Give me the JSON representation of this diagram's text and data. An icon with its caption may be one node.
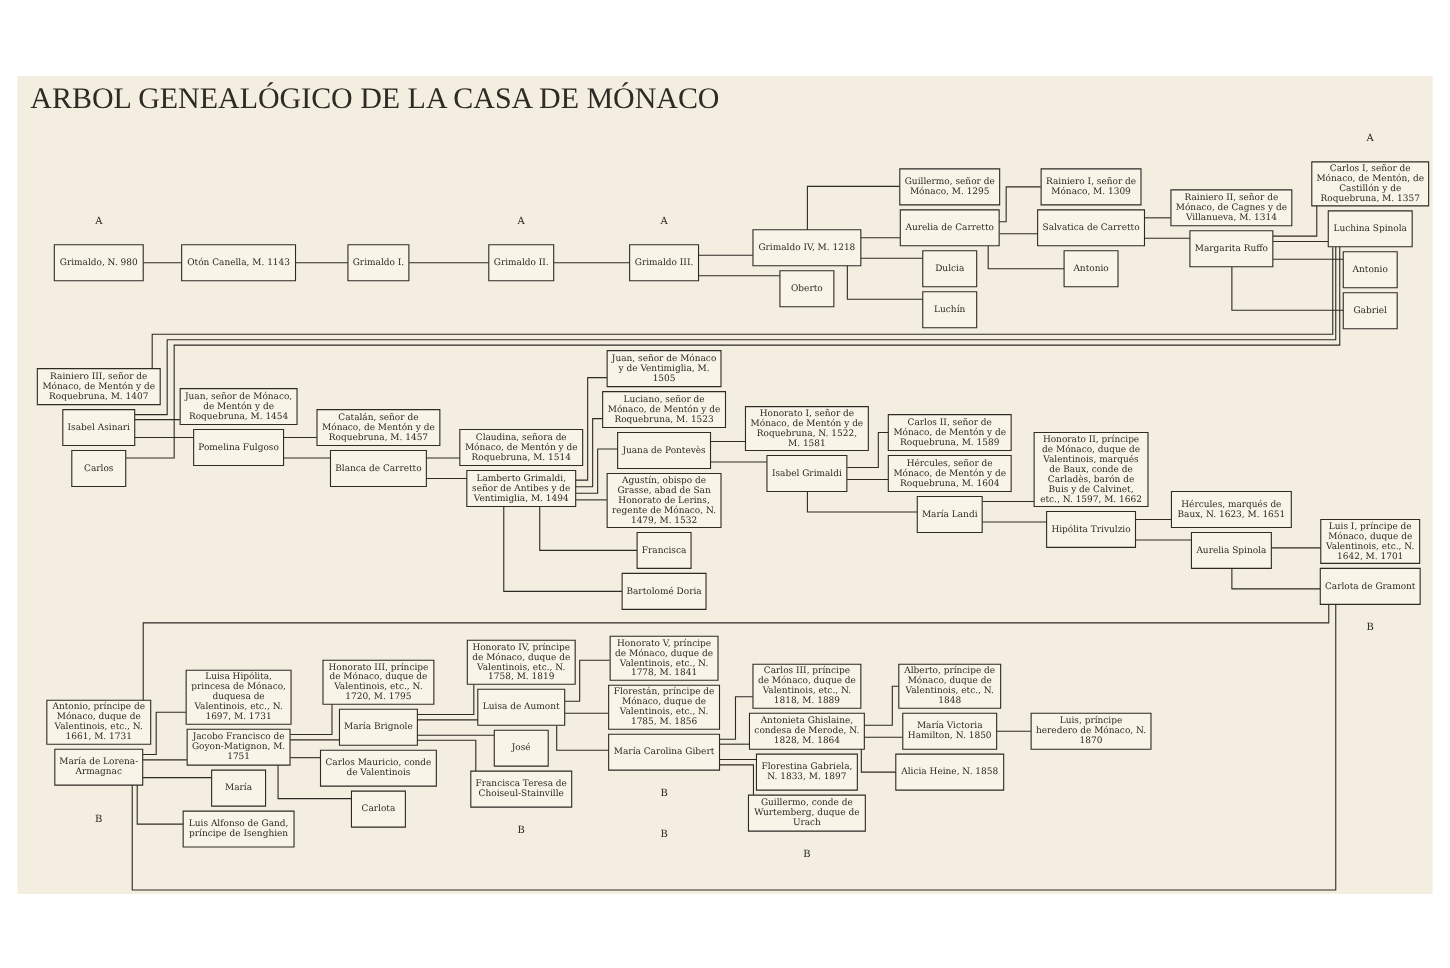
{
  "diagram": {
    "title": "ARBOL GENEALÓGICO DE LA CASA DE MÓNACO",
    "nodes": [
      {
        "text": [
          "Grimaldo, N. 980"
        ]
      },
      {
        "text": [
          "Otón Canella, M. 1143"
        ]
      },
      {
        "text": [
          "Grimaldo I."
        ]
      },
      {
        "text": [
          "Grimaldo II."
        ]
      },
      {
        "text": [
          "Grimaldo III."
        ]
      },
      {
        "text": [
          "Grimaldo IV, M. 1218"
        ]
      },
      {
        "text": [
          "Oberto"
        ]
      },
      {
        "text": [
          "Guillermo, señor de Mónaco, M. 1295"
        ]
      },
      {
        "text": [
          "Aurelia de Carretto"
        ]
      },
      {
        "text": [
          "Dulcia"
        ]
      },
      {
        "text": [
          "Luchín"
        ]
      },
      {
        "text": [
          "Rainiero I, señor de Mónaco, M. 1309"
        ]
      },
      {
        "text": [
          "Salvatica de Carretto"
        ]
      },
      {
        "text": [
          "Antonio"
        ]
      },
      {
        "text": [
          "Rainiero II, señor de Mónaco, de Cagnes y de Villanueva, M. 1314"
        ]
      },
      {
        "text": [
          "Margarita Ruffo"
        ]
      },
      {
        "text": [
          "Carlos I, señor de Mónaco, de Mentón, de Castillón y de Roquebruna, M. 1357"
        ]
      },
      {
        "text": [
          "Luchina Spinola"
        ]
      },
      {
        "text": [
          "Antonio"
        ]
      },
      {
        "text": [
          "Gabriel"
        ]
      },
      {
        "text": [
          "Rainiero III, señor de Mónaco, de Mentón y de Roquebruna, M. 1407"
        ]
      },
      {
        "text": [
          "Isabel Asinari"
        ]
      },
      {
        "text": [
          "Carlos"
        ]
      },
      {
        "text": [
          "Juan, señor de Mónaco, de Mentón y de Roquebruna, M. 1454"
        ]
      },
      {
        "text": [
          "Pomelina Fulgoso"
        ]
      },
      {
        "text": [
          "Catalán, señor de Mónaco, de Mentón y de Roquebruna, M. 1457"
        ]
      },
      {
        "text": [
          "Blanca de Carretto"
        ]
      },
      {
        "text": [
          "Claudina, señora de Mónaco, de Mentón y de Roquebruna, M. 1514"
        ]
      },
      {
        "text": [
          "Lamberto Grimaldi, señor de Antibes y de Ventimiglia, M. 1494"
        ]
      },
      {
        "text": [
          "Juan, señor de Mónaco y de Ventimiglia, M. 1505"
        ]
      },
      {
        "text": [
          "Luciano, señor de Mónaco, de Mentón y de Roquebruna, M. 1523"
        ]
      },
      {
        "text": [
          "Juana de Pontevès"
        ]
      },
      {
        "text": [
          "Agustín, obispo de Grasse, abad de San Honorato de Lerins, regente de Mónaco, N. 1479, M. 1532"
        ]
      },
      {
        "text": [
          "Francisca"
        ]
      },
      {
        "text": [
          "Bartolomé Doria"
        ]
      },
      {
        "text": [
          "Honorato I, señor de Mónaco, de Mentón y de Roquebruna, N. 1522, M. 1581"
        ]
      },
      {
        "text": [
          "Isabel Grimaldi"
        ]
      },
      {
        "text": [
          "Carlos II, señor de Mónaco, de Mentón y de Roquebruna, M. 1589"
        ]
      },
      {
        "text": [
          "Hércules, señor de Mónaco, de Mentón y de Roquebruna, M. 1604"
        ]
      },
      {
        "text": [
          "María Landi"
        ]
      },
      {
        "text": [
          "Honorato II, príncipe de Mónaco, duque de Valentinois, marqués de Baux, conde de Carladès, barón de Buis y de Calvinet, etc., N. 1597, M. 1662"
        ]
      },
      {
        "text": [
          "Hipólita Trivulzio"
        ]
      },
      {
        "text": [
          "Hércules, marqués de Baux, N. 1623, M. 1651"
        ]
      },
      {
        "text": [
          "Aurelia Spinola"
        ]
      },
      {
        "text": [
          "Luis I, príncipe de Mónaco, duque de Valentinois, etc., N. 1642, M. 1701"
        ]
      },
      {
        "text": [
          "Carlota de Gramont"
        ]
      },
      {
        "text": [
          "Antonio, príncipe de Mónaco, duque de Valentinois, etc., N. 1661, M. 1731"
        ]
      },
      {
        "text": [
          "María de Lorena-Armagnac"
        ]
      },
      {
        "text": [
          "Luisa Hipólita, princesa de Mónaco, duquesa de Valentinois, etc., N. 1697, M. 1731"
        ]
      },
      {
        "text": [
          "Jacobo Francisco de Goyon-Matignon, M. 1751"
        ]
      },
      {
        "text": [
          "María"
        ]
      },
      {
        "text": [
          "Luis Alfonso de Gand, príncipe de Isenghien"
        ]
      },
      {
        "text": [
          "Honorato III, príncipe de Mónaco, duque de Valentinois, etc., N. 1720, M. 1795"
        ]
      },
      {
        "text": [
          "María Brignole"
        ]
      },
      {
        "text": [
          "Carlos Mauricio, conde de Valentinois"
        ]
      },
      {
        "text": [
          "Carlota"
        ]
      },
      {
        "text": [
          "Honorato IV, príncipe de Mónaco, duque de Valentinois, etc., N. 1758, M. 1819"
        ]
      },
      {
        "text": [
          "Luisa de Aumont"
        ]
      },
      {
        "text": [
          "José"
        ]
      },
      {
        "text": [
          "Francisca Teresa de Choiseul-Stainville"
        ]
      },
      {
        "text": [
          "Honorato V, príncipe de Mónaco, duque de Valentinois, etc., N. 1778, M. 1841"
        ]
      },
      {
        "text": [
          "Florestán, príncipe de Mónaco, duque de Valentinois, etc., N. 1785, M. 1856"
        ]
      },
      {
        "text": [
          "María Carolina Gibert"
        ]
      },
      {
        "text": [
          "Carlos III, príncipe de Mónaco, duque de Valentinois, etc., N. 1818, M. 1889"
        ]
      },
      {
        "text": [
          "Antonieta Ghislaine, condesa de Merode, N. 1828, M. 1864"
        ]
      },
      {
        "text": [
          "Florestina Gabriela, N. 1833, M. 1897"
        ]
      },
      {
        "text": [
          "Guillermo, conde de Wurtemberg, duque de Urach"
        ]
      },
      {
        "text": [
          "Alberto, príncipe de Mónaco, duque de Valentinois, etc., N. 1848"
        ]
      },
      {
        "text": [
          "María Victoria Hamilton, N. 1850"
        ]
      },
      {
        "text": [
          "Alicia Heine, N. 1858"
        ]
      },
      {
        "text": [
          "Luis, príncipe heredero de Mónaco, N. 1870"
        ]
      }
    ],
    "edges": [
      {
        "from": 0,
        "to": 1,
        "arrow": "none"
      },
      {
        "from": 1,
        "to": 2,
        "arrow": "none"
      },
      {
        "from": 2,
        "to": 3,
        "arrow": "none"
      },
      {
        "from": 3,
        "to": 4,
        "arrow": "none"
      },
      {
        "from": 4,
        "to": 5,
        "arrow": "none"
      },
      {
        "from": 4,
        "to": 6,
        "arrow": "none"
      },
      {
        "from": 5,
        "to": 7,
        "arrow": "none"
      },
      {
        "from": 5,
        "to": 8,
        "arrow": "none"
      },
      {
        "from": 5,
        "to": 9,
        "arrow": "none"
      },
      {
        "from": 5,
        "to": 10,
        "arrow": "none"
      },
      {
        "from": 8,
        "to": 11,
        "arrow": "none"
      },
      {
        "from": 8,
        "to": 12,
        "arrow": "none"
      },
      {
        "from": 8,
        "to": 13,
        "arrow": "none"
      },
      {
        "from": 12,
        "to": 14,
        "arrow": "none"
      },
      {
        "from": 12,
        "to": 15,
        "arrow": "none"
      },
      {
        "from": 15,
        "to": 16,
        "arrow": "none"
      },
      {
        "from": 15,
        "to": 17,
        "arrow": "none"
      },
      {
        "from": 15,
        "to": 18,
        "arrow": "none"
      },
      {
        "from": 15,
        "to": 19,
        "arrow": "none"
      },
      {
        "from": 17,
        "to": 20,
        "arrow": "none"
      },
      {
        "from": 17,
        "to": 21,
        "arrow": "none"
      },
      {
        "from": 17,
        "to": 22,
        "arrow": "none"
      },
      {
        "from": 21,
        "to": 23,
        "arrow": "none"
      },
      {
        "from": 21,
        "to": 24,
        "arrow": "none"
      },
      {
        "from": 24,
        "to": 25,
        "arrow": "none"
      },
      {
        "from": 24,
        "to": 26,
        "arrow": "none"
      },
      {
        "from": 26,
        "to": 27,
        "arrow": "none"
      },
      {
        "from": 26,
        "to": 28,
        "arrow": "none"
      },
      {
        "from": 28,
        "to": 29,
        "arrow": "none"
      },
      {
        "from": 28,
        "to": 30,
        "arrow": "none"
      },
      {
        "from": 28,
        "to": 31,
        "arrow": "none"
      },
      {
        "from": 28,
        "to": 32,
        "arrow": "none"
      },
      {
        "from": 28,
        "to": 33,
        "arrow": "none"
      },
      {
        "from": 28,
        "to": 34,
        "arrow": "none"
      },
      {
        "from": 31,
        "to": 35,
        "arrow": "none"
      },
      {
        "from": 31,
        "to": 36,
        "arrow": "none"
      },
      {
        "from": 36,
        "to": 37,
        "arrow": "none"
      },
      {
        "from": 36,
        "to": 38,
        "arrow": "none"
      },
      {
        "from": 36,
        "to": 39,
        "arrow": "none"
      },
      {
        "from": 39,
        "to": 40,
        "arrow": "none"
      },
      {
        "from": 39,
        "to": 41,
        "arrow": "none"
      },
      {
        "from": 41,
        "to": 42,
        "arrow": "none"
      },
      {
        "from": 41,
        "to": 43,
        "arrow": "none"
      },
      {
        "from": 43,
        "to": 44,
        "arrow": "none"
      },
      {
        "from": 43,
        "to": 45,
        "arrow": "none"
      },
      {
        "from": 45,
        "to": 46,
        "arrow": "none"
      },
      {
        "from": 45,
        "to": 47,
        "arrow": "none"
      },
      {
        "from": 47,
        "to": 48,
        "arrow": "none"
      },
      {
        "from": 47,
        "to": 49,
        "arrow": "none"
      },
      {
        "from": 47,
        "to": 50,
        "arrow": "none"
      },
      {
        "from": 47,
        "to": 51,
        "arrow": "none"
      },
      {
        "from": 49,
        "to": 52,
        "arrow": "none"
      },
      {
        "from": 49,
        "to": 53,
        "arrow": "none"
      },
      {
        "from": 49,
        "to": 54,
        "arrow": "none"
      },
      {
        "from": 49,
        "to": 55,
        "arrow": "none"
      },
      {
        "from": 53,
        "to": 56,
        "arrow": "none"
      },
      {
        "from": 53,
        "to": 57,
        "arrow": "none"
      },
      {
        "from": 53,
        "to": 58,
        "arrow": "none"
      },
      {
        "from": 53,
        "to": 59,
        "arrow": "none"
      },
      {
        "from": 57,
        "to": 60,
        "arrow": "none"
      },
      {
        "from": 57,
        "to": 61,
        "arrow": "none"
      },
      {
        "from": 57,
        "to": 62,
        "arrow": "none"
      },
      {
        "from": 62,
        "to": 63,
        "arrow": "none"
      },
      {
        "from": 62,
        "to": 64,
        "arrow": "none"
      },
      {
        "from": 62,
        "to": 65,
        "arrow": "none"
      },
      {
        "from": 62,
        "to": 66,
        "arrow": "none"
      },
      {
        "from": 64,
        "to": 67,
        "arrow": "none"
      },
      {
        "from": 64,
        "to": 68,
        "arrow": "none"
      },
      {
        "from": 64,
        "to": 69,
        "arrow": "none"
      },
      {
        "from": 68,
        "to": 70,
        "arrow": "none"
      }
    ],
    "labels": [
      "A",
      "A",
      "A",
      "A",
      "B",
      "B",
      "B",
      "B",
      "B",
      "B"
    ]
  }
}
